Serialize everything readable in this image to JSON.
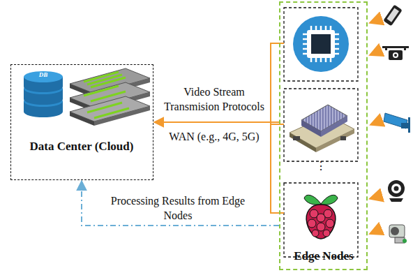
{
  "diagram": {
    "nodes": [
      {
        "text": [
          "Data Center (Cloud)"
        ]
      },
      {
        "text": [
          "Edge Nodes"
        ]
      }
    ],
    "edges": [
      {
        "from": 1,
        "to": 0,
        "arrow": "to",
        "label": "Video Stream Transmision Protocols"
      },
      {
        "from": 1,
        "to": 0,
        "arrow": "to",
        "label": "Processing Results from Edge Nodes"
      }
    ],
    "labels": [
      "DB",
      "WAN (e.g., 4G, 5G)",
      "⋮"
    ]
  }
}
